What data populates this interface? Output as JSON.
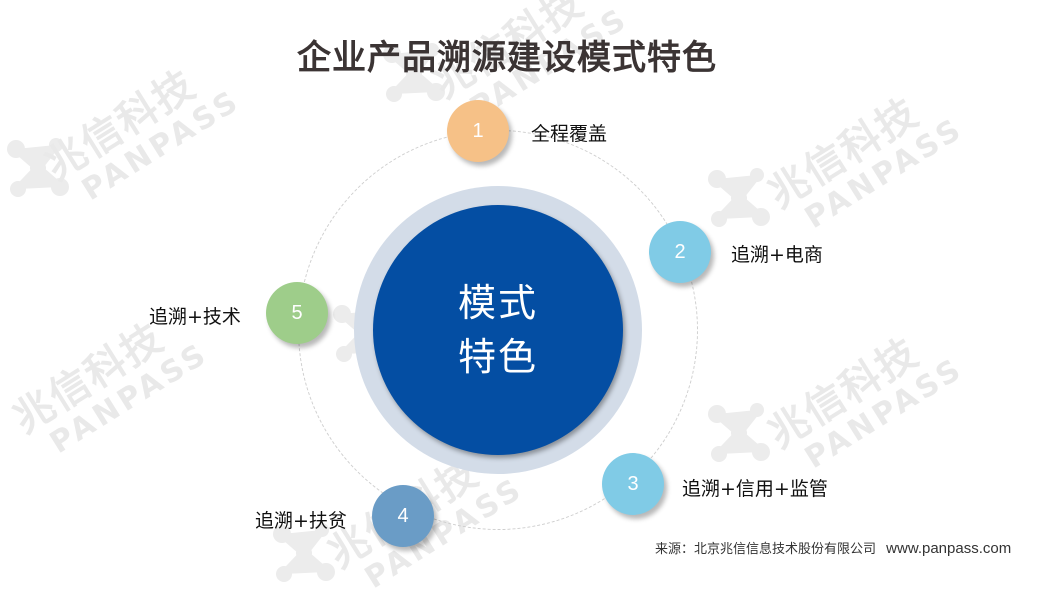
{
  "title": "企业产品溯源建设模式特色",
  "center": {
    "line1": "模式",
    "line2": "特色",
    "color": "#044ea3",
    "halo_color": "#d3dce8"
  },
  "nodes": [
    {
      "number": "1",
      "label": "全程覆盖",
      "color": "#f6c187"
    },
    {
      "number": "2",
      "label": "追溯+电商",
      "color": "#80cbe6"
    },
    {
      "number": "3",
      "label": "追溯+信用+监管",
      "color": "#80cbe6"
    },
    {
      "number": "4",
      "label": "追溯+扶贫",
      "color": "#6a9cc6"
    },
    {
      "number": "5",
      "label": "追溯+技术",
      "color": "#9ecd8a"
    }
  ],
  "footer": {
    "source": "来源：北京兆信信息技术股份有限公司",
    "url": "www.panpass.com"
  },
  "watermark": {
    "cn": "兆信科技",
    "en": "PANPASS"
  }
}
